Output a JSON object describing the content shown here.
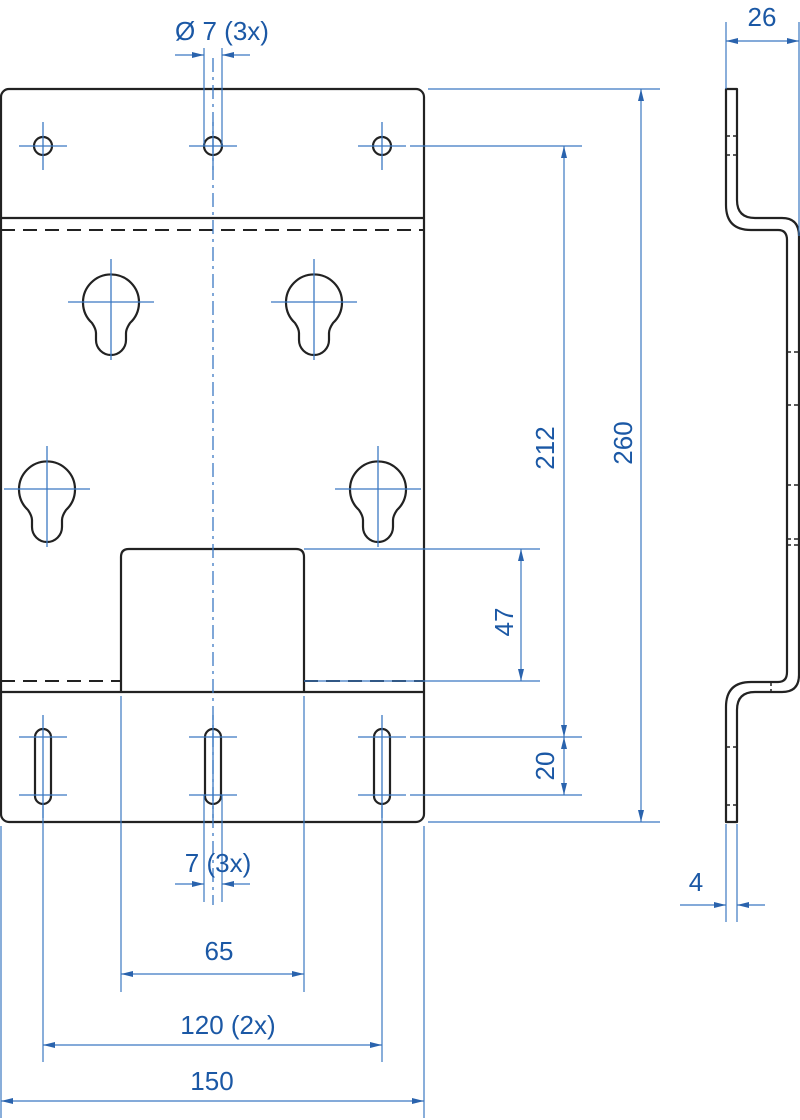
{
  "drawing": {
    "colors": {
      "part": "#222222",
      "dimension": "#3b78c2",
      "text": "#1b58a5"
    },
    "dimensions": {
      "hole_diameter": "Ø 7 (3x)",
      "height_total": "260",
      "hole_spacing_vertical": "212",
      "cutout_height": "47",
      "slot_length": "20",
      "depth": "26",
      "thickness": "4",
      "slot_width": "7 (3x)",
      "cutout_width": "65",
      "slot_spacing": "120 (2x)",
      "width_total": "150"
    }
  }
}
